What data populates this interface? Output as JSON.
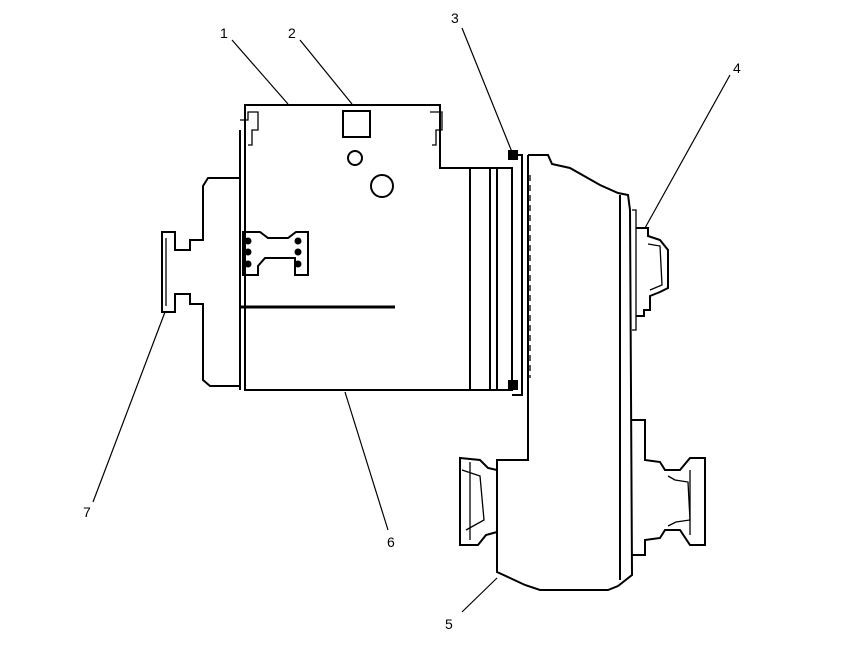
{
  "figure": {
    "background": "#ffffff",
    "ink_color": "#000000",
    "callouts": [
      "1",
      "2",
      "3",
      "4",
      "5",
      "6",
      "7"
    ]
  }
}
